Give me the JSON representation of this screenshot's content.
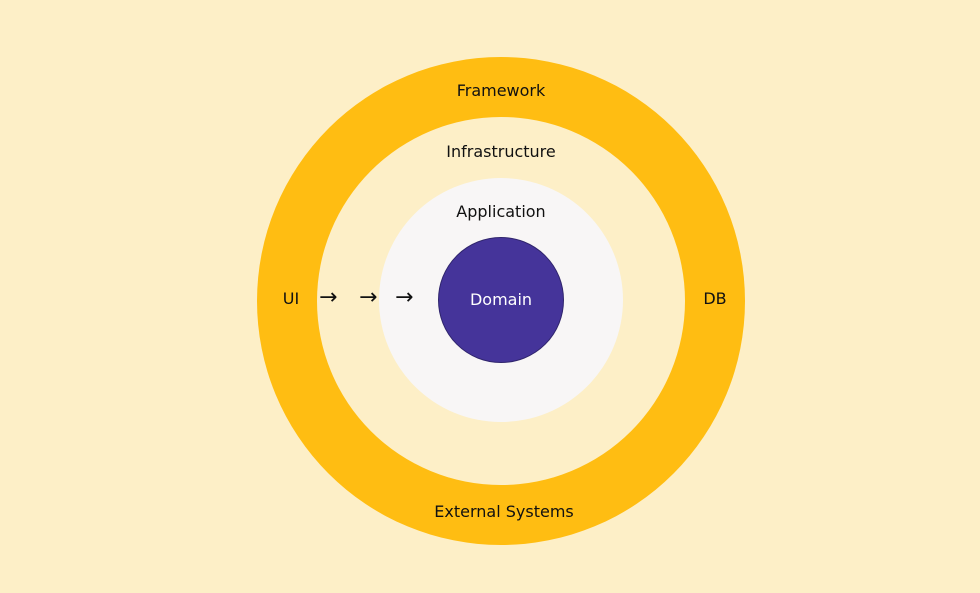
{
  "diagram": {
    "layers": {
      "outer_ring": {
        "top_label": "Framework",
        "bottom_label": "External Systems",
        "left_label": "UI",
        "right_label": "DB"
      },
      "second_ring": {
        "label": "Infrastructure"
      },
      "third_ring": {
        "label": "Application"
      },
      "core": {
        "label": "Domain"
      }
    },
    "arrows": [
      "→",
      "→",
      "→"
    ],
    "colors": {
      "background": "#fdefc7",
      "framework_ring": "#ffbd12",
      "application_ring": "#f8f6f6",
      "domain_core": "#45349a",
      "text": "#111111",
      "domain_text": "#ffffff"
    }
  }
}
